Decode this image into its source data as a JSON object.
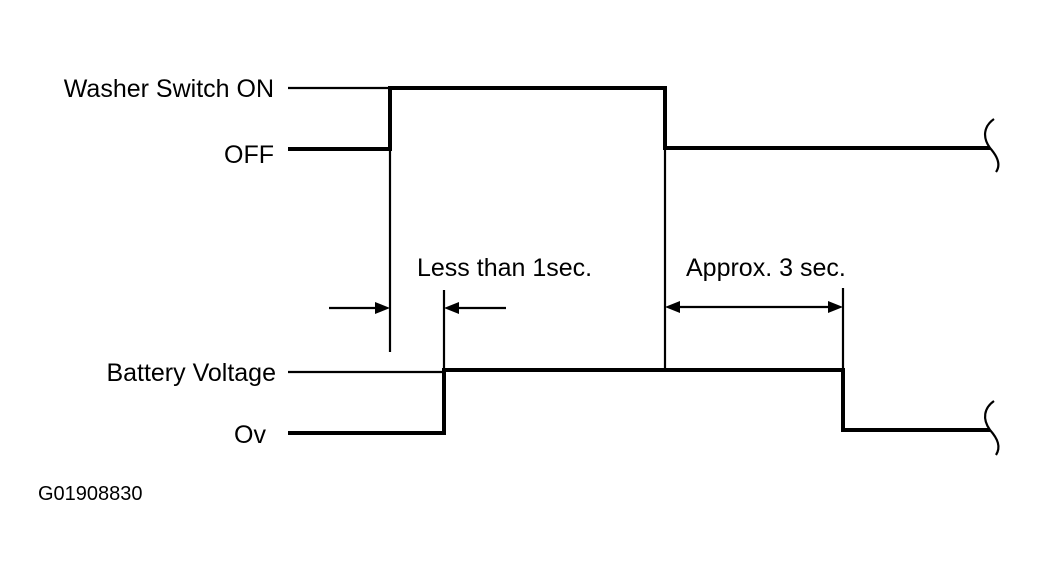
{
  "signals": [
    {
      "id": "washer-switch",
      "high_label": "Washer Switch ON",
      "low_label": "OFF"
    },
    {
      "id": "output",
      "high_label": "Battery Voltage",
      "low_label": "Ov"
    }
  ],
  "annotations": {
    "delay": "Less than 1sec.",
    "hold": "Approx. 3 sec."
  },
  "figure_code": "G01908830",
  "colors": {
    "line": "#000000",
    "background": "#ffffff"
  }
}
